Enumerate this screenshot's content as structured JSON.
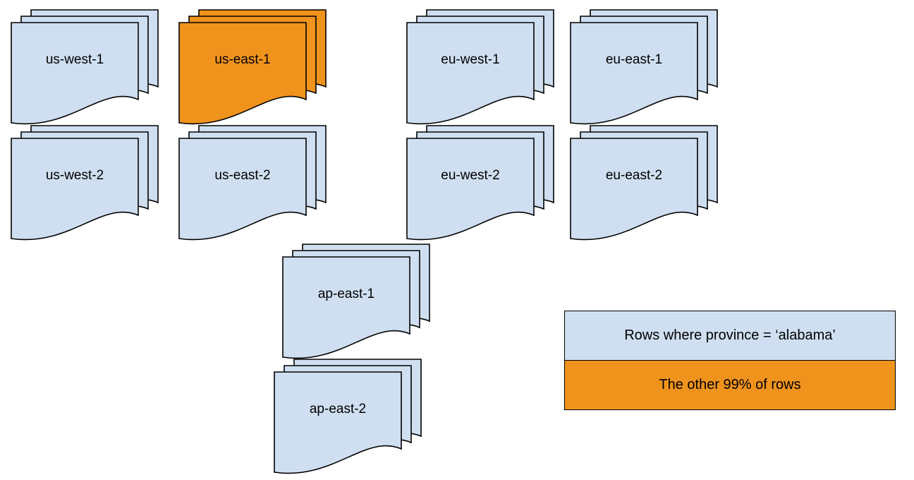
{
  "colors": {
    "blue-fill": "#cfdff1",
    "orange-fill": "#f0931d",
    "stroke": "#000000"
  },
  "regions": [
    {
      "label": "us-west-1",
      "variant": "blue"
    },
    {
      "label": "us-east-1",
      "variant": "orange"
    },
    {
      "label": "eu-west-1",
      "variant": "blue"
    },
    {
      "label": "eu-east-1",
      "variant": "blue"
    },
    {
      "label": "us-west-2",
      "variant": "blue"
    },
    {
      "label": "us-east-2",
      "variant": "blue"
    },
    {
      "label": "eu-west-2",
      "variant": "blue"
    },
    {
      "label": "eu-east-2",
      "variant": "blue"
    },
    {
      "label": "ap-east-1",
      "variant": "blue"
    },
    {
      "label": "ap-east-2",
      "variant": "blue"
    }
  ],
  "legend": {
    "items": [
      {
        "label": "Rows where province = ‘alabama’",
        "variant": "blue"
      },
      {
        "label": "The other 99% of rows",
        "variant": "orange"
      }
    ]
  }
}
